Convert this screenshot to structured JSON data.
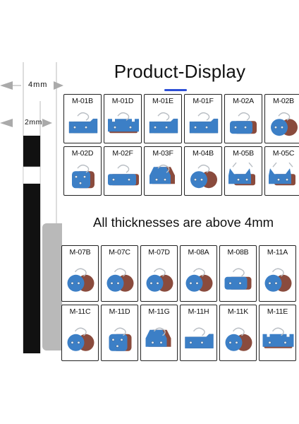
{
  "page": {
    "title": "Product-Display",
    "caption": "All thicknesses are above 4mm"
  },
  "ruler": {
    "label_4mm": "4mm",
    "label_2mm": "2mm"
  },
  "colors": {
    "pad_blue": "#3c7fc6",
    "pad_blue_dark": "#2f68a8",
    "lining_brown": "#8a4b3d",
    "spring_silver": "#b9bec4",
    "accent_underline": "#2d4fd6"
  },
  "products_top": [
    {
      "code": "M-01B",
      "shape": "tab-twin"
    },
    {
      "code": "M-01D",
      "shape": "bracket"
    },
    {
      "code": "M-01E",
      "shape": "tab-twin"
    },
    {
      "code": "M-01F",
      "shape": "tab-twin"
    },
    {
      "code": "M-02A",
      "shape": "rect-pair"
    },
    {
      "code": "M-02B",
      "shape": "round-pair"
    },
    {
      "code": "M-02D",
      "shape": "square-pair"
    },
    {
      "code": "M-02F",
      "shape": "wide-pair"
    },
    {
      "code": "M-03F",
      "shape": "tall-pair"
    },
    {
      "code": "M-04B",
      "shape": "round-pair"
    },
    {
      "code": "M-05B",
      "shape": "winged"
    },
    {
      "code": "M-05C",
      "shape": "winged"
    }
  ],
  "products_bottom": [
    {
      "code": "M-07B",
      "shape": "round-pair"
    },
    {
      "code": "M-07C",
      "shape": "round-pair"
    },
    {
      "code": "M-07D",
      "shape": "round-pair"
    },
    {
      "code": "M-08A",
      "shape": "round-pair"
    },
    {
      "code": "M-08B",
      "shape": "rect-pair"
    },
    {
      "code": "M-11A",
      "shape": "round-pair"
    },
    {
      "code": "M-11C",
      "shape": "round-pair"
    },
    {
      "code": "M-11D",
      "shape": "square-pair"
    },
    {
      "code": "M-11G",
      "shape": "tall-pair"
    },
    {
      "code": "M-11H",
      "shape": "tab-twin"
    },
    {
      "code": "M-11K",
      "shape": "round-pair"
    },
    {
      "code": "M-11E",
      "shape": "bracket"
    }
  ]
}
